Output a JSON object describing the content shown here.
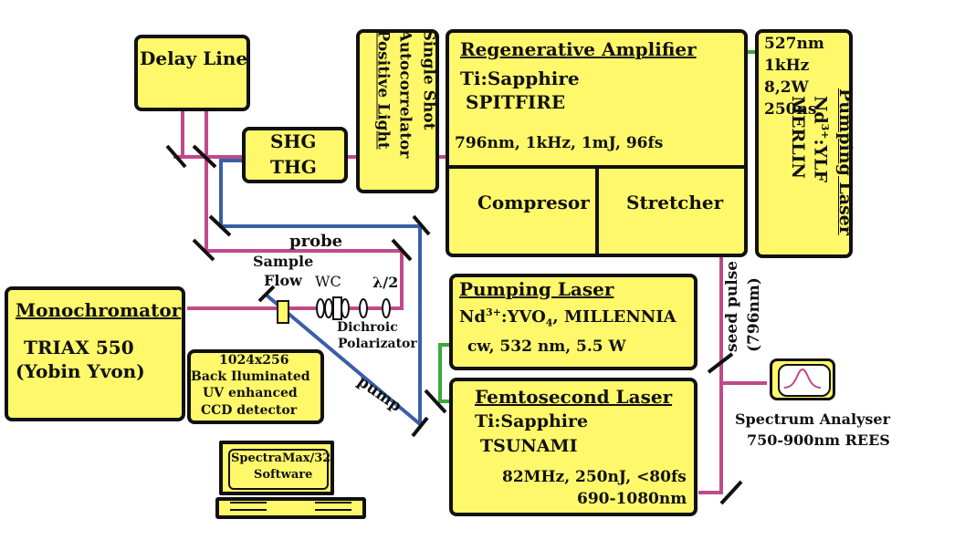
{
  "delay_line": {
    "label": "Delay Line"
  },
  "harmonics": {
    "line1": "SHG",
    "line2": "THG"
  },
  "autocorrelator": {
    "line1": "Single Shot",
    "line2": "Autocorrelator",
    "line3": "Positive Light"
  },
  "regen_amp": {
    "title": "Regenerative Amplifier",
    "line1": "Ti:Sapphire",
    "line2": "SPITFIRE",
    "specs": "796nm, 1kHz, 1mJ, 96fs",
    "compressor": "Compresor",
    "stretcher": "Stretcher"
  },
  "merlin": {
    "wl": "527nm",
    "rate": "1kHz",
    "power": "8,2W",
    "pulse": "250ns",
    "title": "Pumping Laser",
    "medium_pre": "Nd",
    "medium_sup": "3+",
    "medium_post": ":YLF",
    "name": "MERLIN"
  },
  "millennia": {
    "title": "Pumping Laser",
    "medium_pre": "Nd",
    "medium_sup": "3+",
    "medium_mid": ":YVO",
    "medium_sub": "4",
    "medium_post": ", MILLENNIA",
    "specs": "cw, 532 nm, 5.5 W"
  },
  "tsunami": {
    "title": "Femtosecond Laser",
    "line1": "Ti:Sapphire",
    "line2": "TSUNAMI",
    "specs1": "82MHz, 250nJ, <80fs",
    "specs2": "690-1080nm"
  },
  "monochromator": {
    "title": "Monochromator",
    "line1": "TRIAX 550",
    "line2": "(Yobin Yvon)"
  },
  "ccd": {
    "line1": "1024x256",
    "line2": "Back Iluminated",
    "line3": "UV enhanced",
    "line4": "CCD detector"
  },
  "software": {
    "line1": "SpectraMax/32",
    "line2": "Software"
  },
  "spectrum_analyser": {
    "line1": "Spectrum Analyser",
    "line2": "750-900nm REES"
  },
  "labels": {
    "probe": "probe",
    "pump": "pump",
    "sample": "Sample",
    "flow": "Flow",
    "wc": "WC",
    "half_wave": "λ/2",
    "dichroic": "Dichroic",
    "polarizator": "Polarizator",
    "seed1": "seed pulse",
    "seed2": "(796nm)"
  },
  "colors": {
    "box_fill": "#fff86b",
    "probe_beam": "#c04a8a",
    "pump_beam": "#3a5fa8",
    "pump_link": "#3aaa3a"
  }
}
